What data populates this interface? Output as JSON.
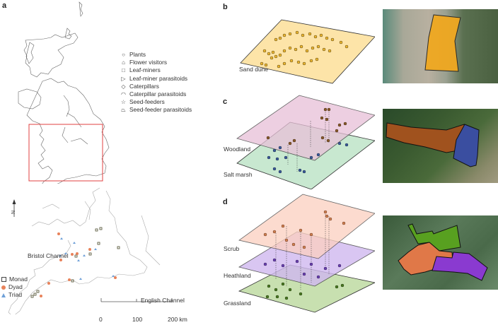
{
  "panels": {
    "a": {
      "letter": "a",
      "legend_title": "",
      "guild_legend": [
        {
          "symbol": "circle",
          "glyph": "○",
          "label": "Plants"
        },
        {
          "symbol": "pentagon",
          "glyph": "⌂",
          "label": "Flower visitors"
        },
        {
          "symbol": "square",
          "glyph": "□",
          "label": "Leaf-miners"
        },
        {
          "symbol": "triangle-right",
          "glyph": "▷",
          "label": "Leaf-miner parasitoids"
        },
        {
          "symbol": "diamond",
          "glyph": "◇",
          "label": "Caterpillars"
        },
        {
          "symbol": "semicircle",
          "glyph": "◠",
          "label": "Caterpillar parasitoids"
        },
        {
          "symbol": "star",
          "glyph": "☆",
          "label": "Seed-feeders"
        },
        {
          "symbol": "trapezoid",
          "glyph": "⏢",
          "label": "Seed-feeder parasitoids"
        }
      ],
      "site_legend": [
        {
          "symbol": "square",
          "label": "Monad",
          "color": "#4a4a2a"
        },
        {
          "symbol": "circle",
          "label": "Dyad",
          "color": "#e8825a"
        },
        {
          "symbol": "triangle",
          "label": "Triad",
          "color": "#6fa0d8"
        }
      ],
      "map_labels": {
        "bristol_channel": "Bristol Channel",
        "english_channel": "English Channel",
        "north": "N"
      },
      "scale_bar": {
        "ticks": [
          "0",
          "100",
          "200 km"
        ]
      },
      "inset_box_color": "#e04040"
    },
    "b": {
      "letter": "b",
      "layers": [
        {
          "name": "Sand dune",
          "color": "#fde4a8",
          "node_color": "#e8a820"
        }
      ],
      "polygon_colors": [
        "#f0a820"
      ]
    },
    "c": {
      "letter": "c",
      "layers": [
        {
          "name": "Woodland",
          "color": "#e8c0d8",
          "node_color": "#8a5a2a"
        },
        {
          "name": "Salt marsh",
          "color": "#c8e8d0",
          "node_color": "#3a5a9a"
        }
      ],
      "polygon_colors": [
        "#a0521e",
        "#3a4ea0"
      ]
    },
    "d": {
      "letter": "d",
      "layers": [
        {
          "name": "Scrub",
          "color": "#fcd0c0",
          "node_color": "#d08050"
        },
        {
          "name": "Heathland",
          "color": "#d0b8f0",
          "node_color": "#6a40b0"
        },
        {
          "name": "Grassland",
          "color": "#c8e0b0",
          "node_color": "#4a7a20"
        }
      ],
      "polygon_colors": [
        "#58a020",
        "#e07848",
        "#8a3ad0"
      ]
    }
  }
}
